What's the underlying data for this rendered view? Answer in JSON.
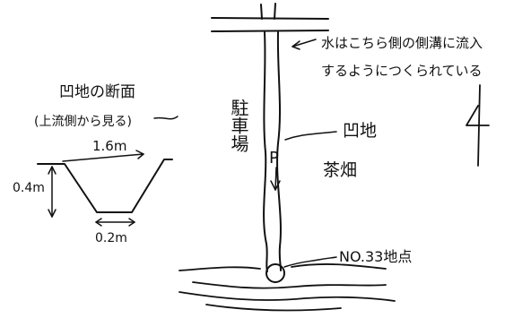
{
  "labels": {
    "section_title": "凹地の断面",
    "section_subtitle": "(上流側から見る)",
    "top_width": "1.6m",
    "depth": "0.4m",
    "bottom_width": "0.2m",
    "parking": "駐車場",
    "parking_mark": "P",
    "note_line1": "水はこちら側の側溝に流入",
    "note_line2": "するようにつくられている",
    "depression": "凹地",
    "tea_field": "茶畑",
    "point": "NO.33地点"
  }
}
